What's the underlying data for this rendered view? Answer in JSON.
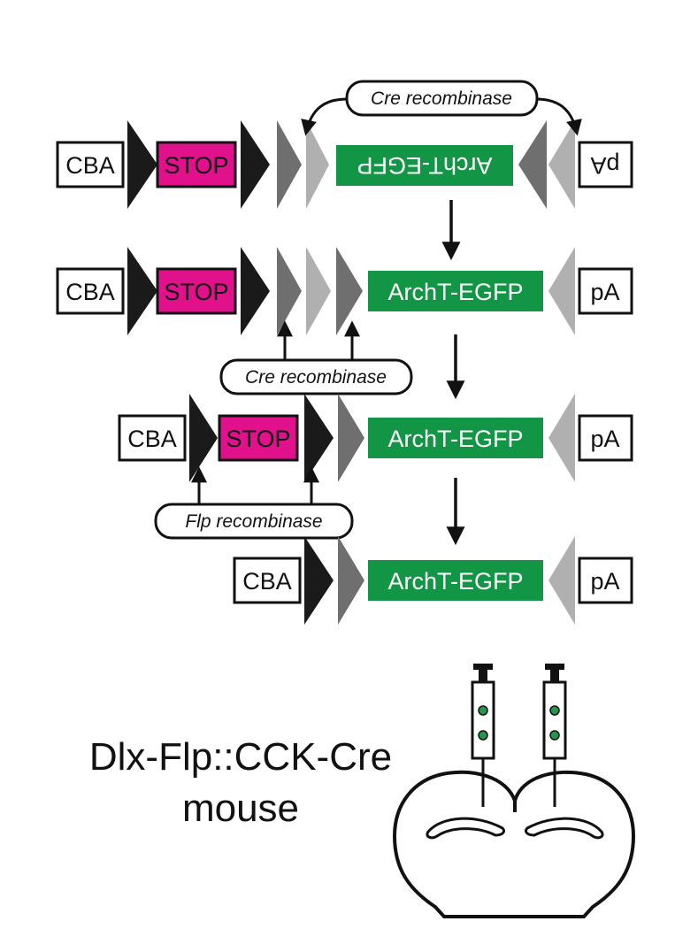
{
  "colors": {
    "stop": "#e0118a",
    "gene": "#129645",
    "site_black": "#1a1a1a",
    "site_dark_gray": "#6f6f6f",
    "site_light_gray": "#b0b0b0",
    "particle": "#1f9a4a"
  },
  "elements": {
    "promoter": "CBA",
    "stop": "STOP",
    "gene_inverted": "ArchT-EGFP",
    "gene": "ArchT-EGFP",
    "polya": "pA"
  },
  "enzymes": {
    "cre_top": "Cre recombinase",
    "cre_middle": "Cre recombinase",
    "flp": "Flp recombinase"
  },
  "mouse_label": {
    "line1": "Dlx-Flp::CCK-Cre",
    "line2": "mouse"
  }
}
